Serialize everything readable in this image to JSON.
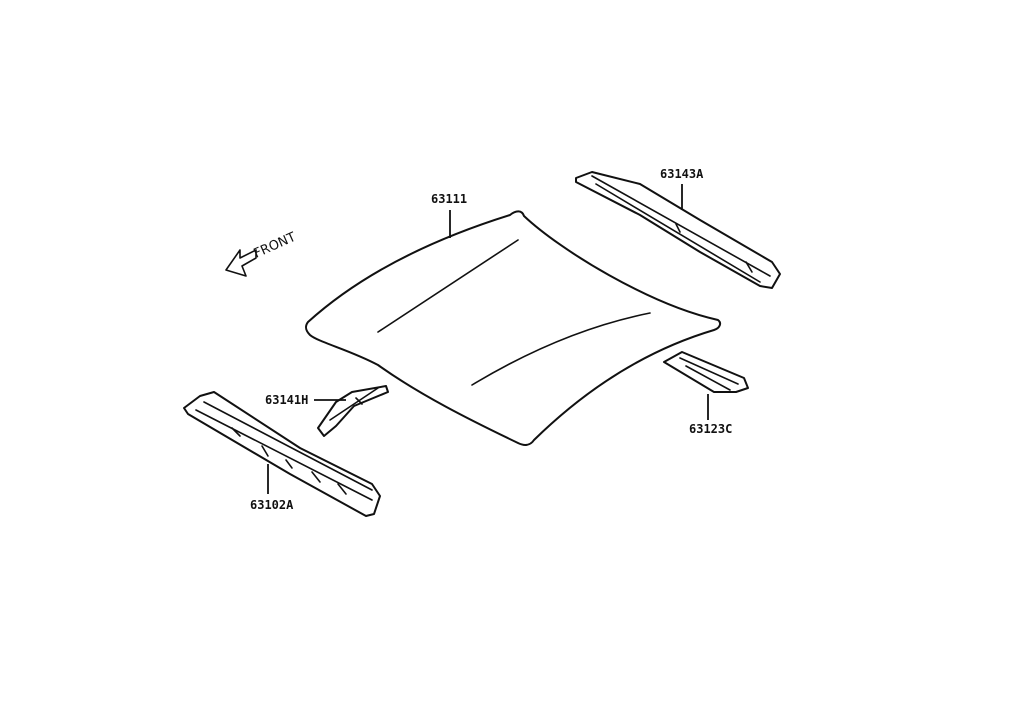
{
  "diagram": {
    "front_label": "FRONT",
    "parts": [
      {
        "id": "roof_panel",
        "number": "63111"
      },
      {
        "id": "rear_header_rail",
        "number": "63143A"
      },
      {
        "id": "front_header_rail",
        "number": "63102A"
      },
      {
        "id": "roof_reinforcement_front",
        "number": "63141H"
      },
      {
        "id": "roof_reinforcement_rear",
        "number": "63123C"
      }
    ],
    "colors": {
      "line": "#111111",
      "background": "#ffffff"
    }
  }
}
